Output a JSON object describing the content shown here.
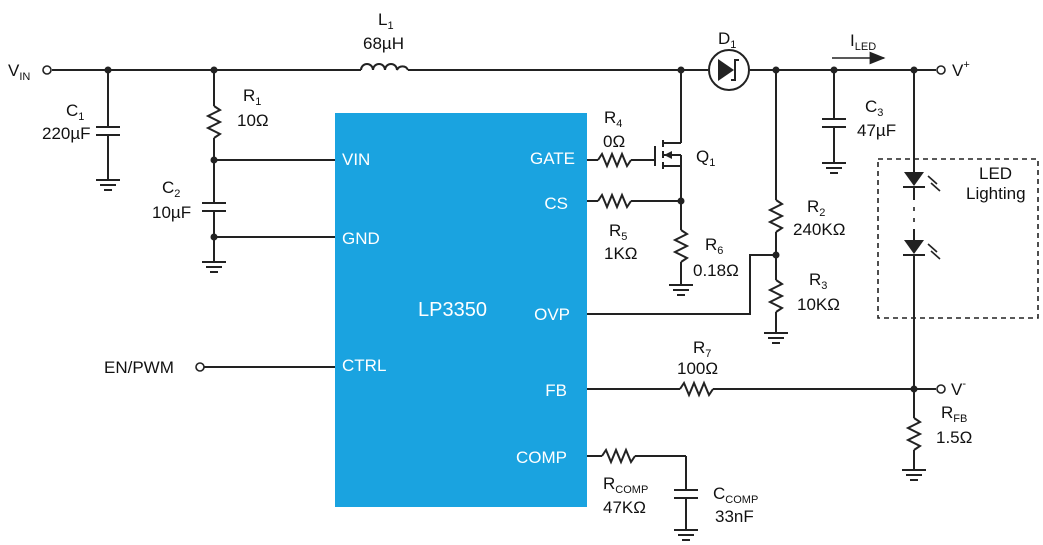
{
  "ic": {
    "name": "LP3350",
    "color": "#1aa3e0",
    "pins": {
      "vin": "VIN",
      "gnd": "GND",
      "ctrl": "CTRL",
      "gate": "GATE",
      "cs": "CS",
      "ovp": "OVP",
      "fb": "FB",
      "comp": "COMP"
    }
  },
  "nodes": {
    "vin": {
      "main": "V",
      "sub": "IN"
    },
    "vplus": {
      "main": "V",
      "sup": "+"
    },
    "vminus": {
      "main": "V",
      "sup": "-"
    },
    "en_pwm": "EN/PWM",
    "iled": {
      "main": "I",
      "sub": "LED"
    }
  },
  "components": {
    "L1": {
      "ref": "L",
      "sub": "1",
      "value": "68µH"
    },
    "D1": {
      "ref": "D",
      "sub": "1"
    },
    "Q1": {
      "ref": "Q",
      "sub": "1"
    },
    "C1": {
      "ref": "C",
      "sub": "1",
      "value": "220µF"
    },
    "C2": {
      "ref": "C",
      "sub": "2",
      "value": "10µF"
    },
    "C3": {
      "ref": "C",
      "sub": "3",
      "value": "47µF"
    },
    "R1": {
      "ref": "R",
      "sub": "1",
      "value": "10Ω"
    },
    "R2": {
      "ref": "R",
      "sub": "2",
      "value": "240KΩ"
    },
    "R3": {
      "ref": "R",
      "sub": "3",
      "value": "10KΩ"
    },
    "R4": {
      "ref": "R",
      "sub": "4",
      "value": "0Ω"
    },
    "R5": {
      "ref": "R",
      "sub": "5",
      "value": "1KΩ"
    },
    "R6": {
      "ref": "R",
      "sub": "6",
      "value": "0.18Ω"
    },
    "R7": {
      "ref": "R",
      "sub": "7",
      "value": "100Ω"
    },
    "RFB": {
      "ref": "R",
      "sub": "FB",
      "value": "1.5Ω"
    },
    "RCOMP": {
      "ref": "R",
      "sub": "COMP",
      "value": "47KΩ"
    },
    "CCOMP": {
      "ref": "C",
      "sub": "COMP",
      "value": "33nF"
    }
  },
  "led_box": {
    "line1": "LED",
    "line2": "Lighting"
  }
}
